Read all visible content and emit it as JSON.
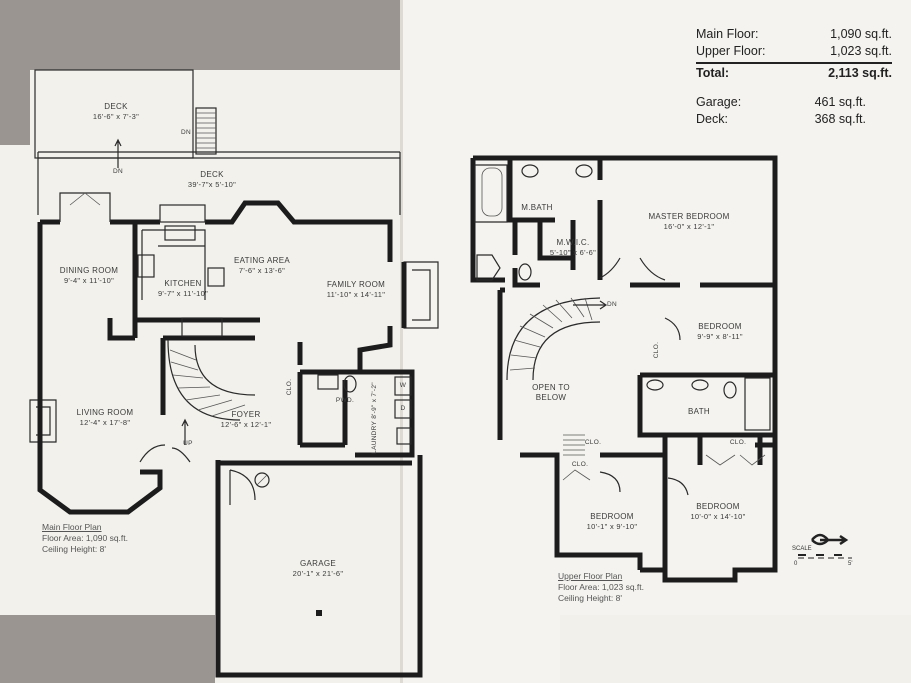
{
  "area_summary": {
    "main_floor": {
      "label": "Main Floor:",
      "value": "1,090 sq.ft."
    },
    "upper_floor": {
      "label": "Upper Floor:",
      "value": "1,023 sq.ft."
    },
    "total": {
      "label": "Total:",
      "value": "2,113 sq.ft."
    },
    "garage": {
      "label": "Garage:",
      "value": "461 sq.ft."
    },
    "deck": {
      "label": "Deck:",
      "value": "368 sq.ft."
    }
  },
  "main_floor": {
    "rooms": [
      {
        "name": "DECK",
        "dim": "16'-6\" x 7'-3\""
      },
      {
        "name": "DECK",
        "dim": "39'-7\"x 5'-10\""
      },
      {
        "name": "DINING ROOM",
        "dim": "9'-4\" x 11'-10\""
      },
      {
        "name": "KITCHEN",
        "dim": "9'-7\" x 11'-10\""
      },
      {
        "name": "EATING AREA",
        "dim": "7'-6\" x 13'-6\""
      },
      {
        "name": "FAMILY ROOM",
        "dim": "11'-10\" x 14'-11\""
      },
      {
        "name": "LIVING ROOM",
        "dim": "12'-4\" x 17'-8\""
      },
      {
        "name": "FOYER",
        "dim": "12'-6\" x 12'-1\""
      },
      {
        "name": "GARAGE",
        "dim": "20'-1\" x 21'-6\""
      }
    ],
    "labels": {
      "pwd": "PWD.",
      "clo": "CLO.",
      "laundry": "LAUNDRY",
      "laundry_dim": "8'-9\" x 7'-2\"",
      "w": "W",
      "d": "D",
      "dn1": "DN",
      "dn2": "DN",
      "up": "UP"
    },
    "caption": {
      "title": "Main Floor Plan",
      "area": "Floor Area: 1,090 sq.ft.",
      "ceiling": "Ceiling Height: 8'"
    }
  },
  "upper_floor": {
    "rooms": [
      {
        "name": "M.BATH",
        "dim": ""
      },
      {
        "name": "MASTER BEDROOM",
        "dim": "16'-0\" x 12'-1\""
      },
      {
        "name": "M.W.I.C.",
        "dim": "5'-10\" x 6'-6\""
      },
      {
        "name": "BEDROOM",
        "dim": "9'-9\" x 8'-11\""
      },
      {
        "name": "OPEN TO BELOW",
        "dim": ""
      },
      {
        "name": "BATH",
        "dim": ""
      },
      {
        "name": "BEDROOM",
        "dim": "10'-1\" x 9'-10\""
      },
      {
        "name": "BEDROOM",
        "dim": "10'-0\" x 14'-10\""
      }
    ],
    "labels": {
      "clo1": "CLO.",
      "clo2": "CLO.",
      "clo3": "CLO.",
      "clo4": "CLO.",
      "dn": "DN"
    },
    "caption": {
      "title": "Upper Floor Plan",
      "area": "Floor Area: 1,023 sq.ft.",
      "ceiling": "Ceiling Height: 8'"
    }
  },
  "scale": {
    "label": "SCALE",
    "zero": "0",
    "five": "5'"
  }
}
